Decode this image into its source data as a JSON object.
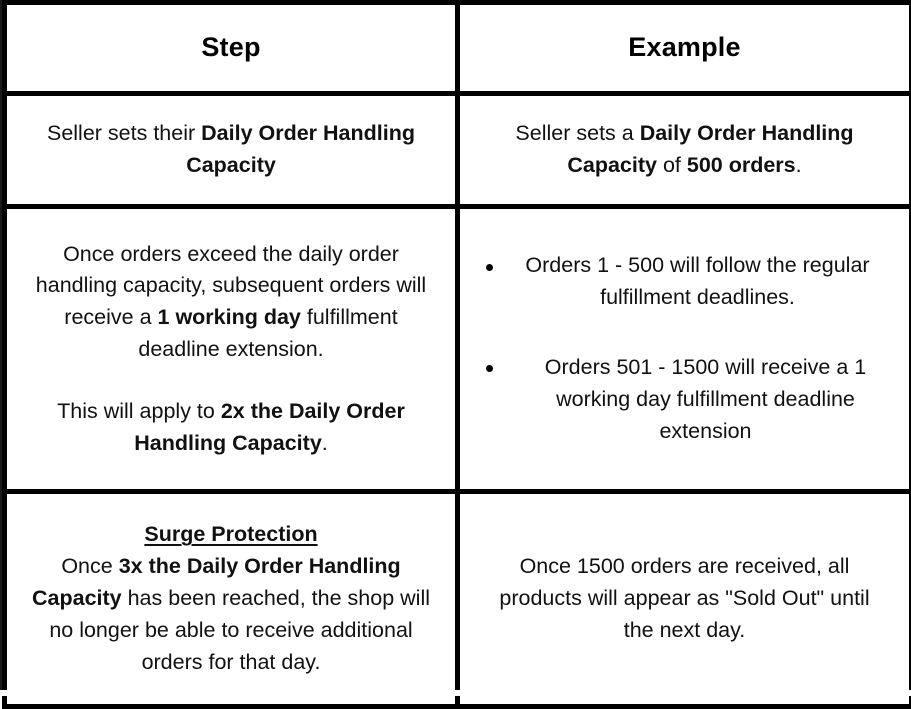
{
  "table": {
    "accent_color": "#6FDEDC",
    "border_color": "#000000",
    "headers": {
      "step": "Step",
      "example": "Example"
    },
    "rows": [
      {
        "step": {
          "segments": [
            {
              "text": "Seller sets their ",
              "bold": false
            },
            {
              "text": "Daily Order Handling Capacity",
              "bold": true
            }
          ],
          "plain": "Seller sets their Daily Order Handling Capacity"
        },
        "example": {
          "segments": [
            {
              "text": "Seller sets a ",
              "bold": false
            },
            {
              "text": "Daily Order Handling Capacity",
              "bold": true
            },
            {
              "text": " of ",
              "bold": false
            },
            {
              "text": "500 orders",
              "bold": true
            },
            {
              "text": ".",
              "bold": false
            }
          ],
          "plain": "Seller sets a Daily Order Handling Capacity of 500 orders."
        }
      },
      {
        "step": {
          "paragraphs": [
            {
              "segments": [
                {
                  "text": "Once orders exceed the daily order handling capacity, subsequent orders will receive a ",
                  "bold": false
                },
                {
                  "text": "1 working day",
                  "bold": true
                },
                {
                  "text": " fulfillment deadline extension.",
                  "bold": false
                }
              ],
              "plain": "Once orders exceed the daily order handling capacity, subsequent orders will receive a 1 working day fulfillment deadline extension."
            },
            {
              "segments": [
                {
                  "text": "This will apply to ",
                  "bold": false
                },
                {
                  "text": "2x the Daily Order Handling Capacity",
                  "bold": true
                },
                {
                  "text": ".",
                  "bold": false
                }
              ],
              "plain": "This will apply to 2x the Daily Order Handling Capacity."
            }
          ]
        },
        "example": {
          "bullets": [
            "Orders 1 - 500 will follow the regular fulfillment deadlines.",
            "Orders 501 - 1500 will receive a 1 working day fulfillment deadline extension"
          ]
        }
      },
      {
        "step": {
          "heading": "Surge Protection",
          "segments": [
            {
              "text": "Once ",
              "bold": false
            },
            {
              "text": "3x the Daily Order Handling Capacity",
              "bold": true
            },
            {
              "text": " has been reached, the shop will no longer be able to receive additional orders for that day.",
              "bold": false
            }
          ],
          "plain": "Once 3x the Daily Order Handling Capacity has been reached, the shop will no longer be able to receive additional orders for that day."
        },
        "example": {
          "plain": "Once 1500 orders are received, all products will appear as \"Sold Out\" until the next day."
        }
      }
    ]
  }
}
